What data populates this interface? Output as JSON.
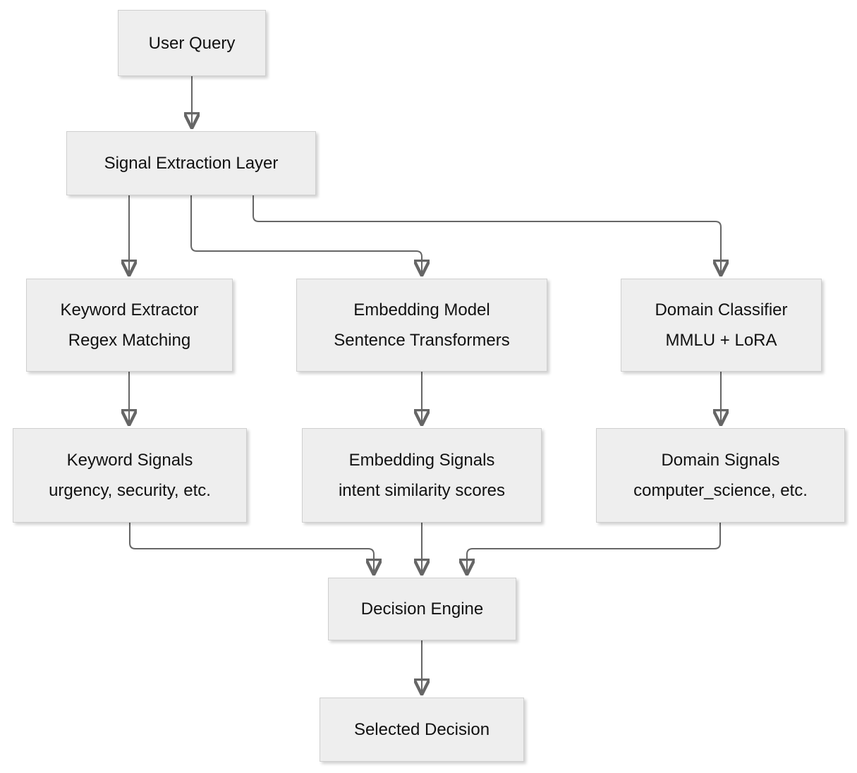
{
  "diagram": {
    "type": "flowchart",
    "background": "#ffffff"
  },
  "palette": {
    "node_fill": "#eeeeee",
    "node_border": "#cfcfcf",
    "edge_color": "#666666",
    "text_color": "#111111"
  },
  "nodes": {
    "user_query": {
      "title": "User Query"
    },
    "signal_extraction": {
      "title": "Signal Extraction Layer"
    },
    "keyword_extractor": {
      "title": "Keyword Extractor",
      "subtitle": "Regex Matching"
    },
    "embedding_model": {
      "title": "Embedding Model",
      "subtitle": "Sentence Transformers"
    },
    "domain_classifier": {
      "title": "Domain Classifier",
      "subtitle": "MMLU + LoRA"
    },
    "keyword_signals": {
      "title": "Keyword Signals",
      "subtitle": "urgency, security, etc."
    },
    "embedding_signals": {
      "title": "Embedding Signals",
      "subtitle": "intent similarity scores"
    },
    "domain_signals": {
      "title": "Domain Signals",
      "subtitle": "computer_science, etc."
    },
    "decision_engine": {
      "title": "Decision Engine"
    },
    "selected_decision": {
      "title": "Selected Decision"
    }
  },
  "edges": [
    {
      "from": "user_query",
      "to": "signal_extraction"
    },
    {
      "from": "signal_extraction",
      "to": "keyword_extractor"
    },
    {
      "from": "signal_extraction",
      "to": "embedding_model"
    },
    {
      "from": "signal_extraction",
      "to": "domain_classifier"
    },
    {
      "from": "keyword_extractor",
      "to": "keyword_signals"
    },
    {
      "from": "embedding_model",
      "to": "embedding_signals"
    },
    {
      "from": "domain_classifier",
      "to": "domain_signals"
    },
    {
      "from": "keyword_signals",
      "to": "decision_engine"
    },
    {
      "from": "embedding_signals",
      "to": "decision_engine"
    },
    {
      "from": "domain_signals",
      "to": "decision_engine"
    },
    {
      "from": "decision_engine",
      "to": "selected_decision"
    }
  ]
}
